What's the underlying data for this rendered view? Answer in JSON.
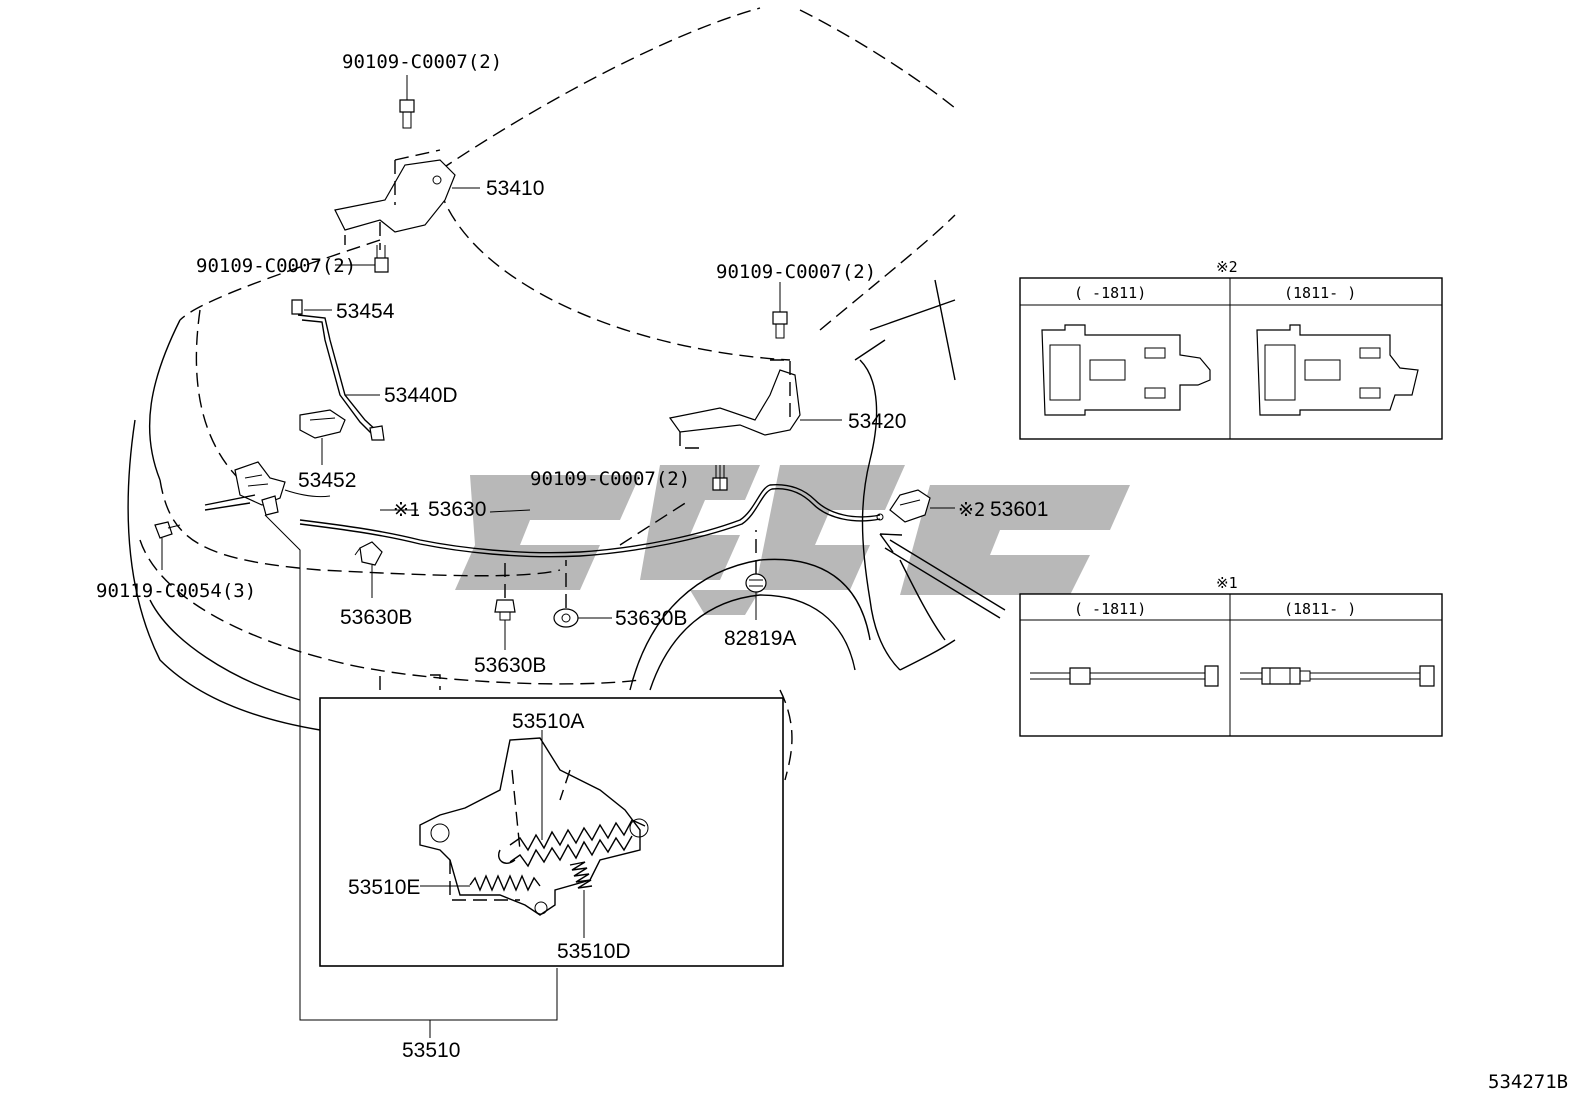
{
  "labels": {
    "bolt_top_hinge_l": "90109-C0007(2)",
    "hinge_l": "53410",
    "bolt_lower_hinge_l": "90109-C0007(2)",
    "bolt_hinge_r": "90109-C0007(2)",
    "retainer": "53454",
    "support_rod": "53440D",
    "rod_holder": "53452",
    "hinge_r": "53420",
    "bolt_cable": "90109-C0007(2)",
    "cable_mark": "※1",
    "cable": "53630",
    "lever_mark": "※2",
    "release_lever": "53601",
    "bolt_lock": "90119-C0054(3)",
    "clamp_left": "53630B",
    "clamp_mid": "53630B",
    "clamp_right": "53630B",
    "grommet": "82819A",
    "spring_a": "53510A",
    "spring_e": "53510E",
    "spring_d": "53510D",
    "lock_assy": "53510"
  },
  "table_lever": {
    "mark": "※2",
    "col_left": "(    -1811)",
    "col_right": "(1811-    )"
  },
  "table_cable": {
    "mark": "※1",
    "col_left": "(    -1811)",
    "col_right": "(1811-    )"
  },
  "diagram_code": "534271B"
}
